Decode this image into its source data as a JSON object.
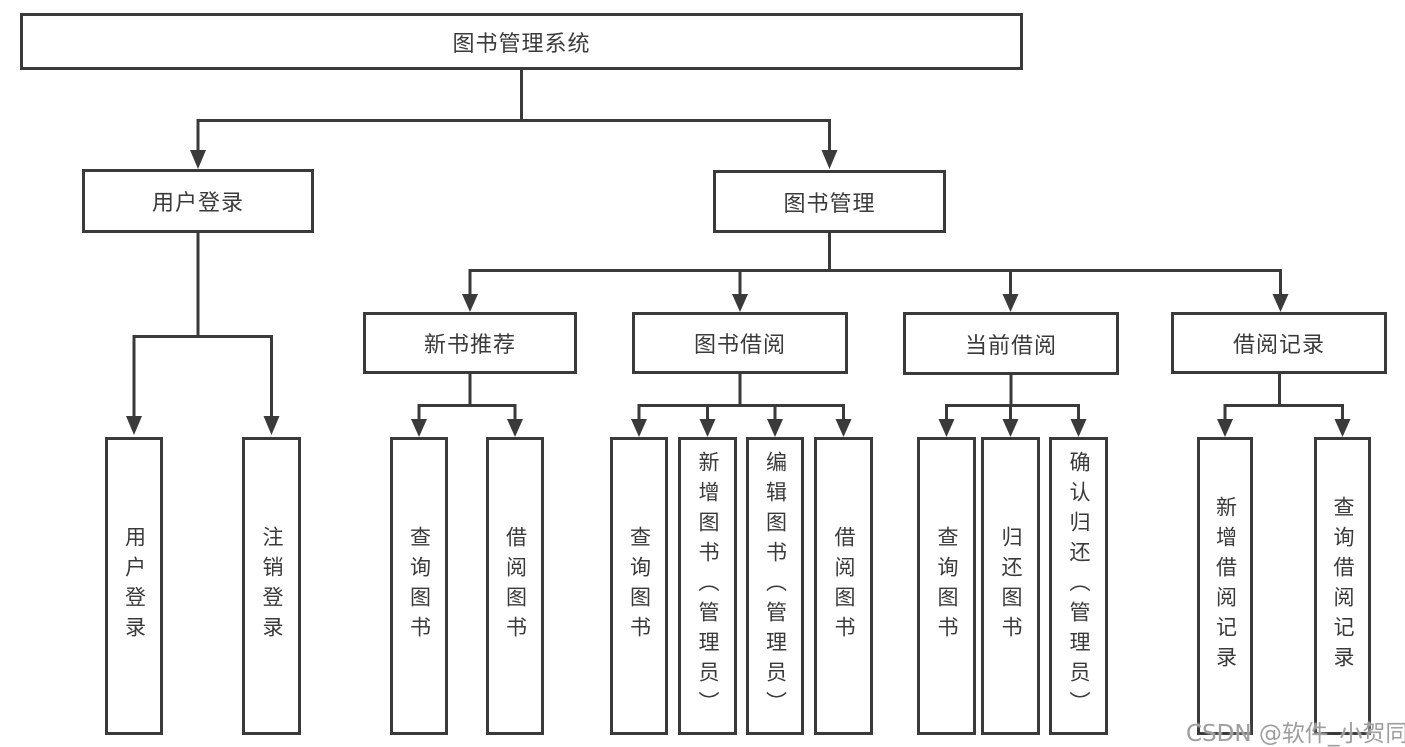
{
  "colors": {
    "line": "#3a3a3a",
    "text": "#3a3a3a",
    "box_fill": "#ffffff",
    "background": "#ffffff",
    "watermark": "#9e9e9e"
  },
  "watermark": "CSDN @软件_小贺同学",
  "tree": {
    "root": "图书管理系统",
    "branches": [
      {
        "label": "用户登录",
        "children": [
          {
            "label": "用户登录"
          },
          {
            "label": "注销登录"
          }
        ]
      },
      {
        "label": "图书管理",
        "children": [
          {
            "label": "新书推荐",
            "children": [
              {
                "label": "查询图书"
              },
              {
                "label": "借阅图书"
              }
            ]
          },
          {
            "label": "图书借阅",
            "children": [
              {
                "label": "查询图书"
              },
              {
                "label": "新增图书（管理员）"
              },
              {
                "label": "编辑图书（管理员）"
              },
              {
                "label": "借阅图书"
              }
            ]
          },
          {
            "label": "当前借阅",
            "children": [
              {
                "label": "查询图书"
              },
              {
                "label": "归还图书"
              },
              {
                "label": "确认归还（管理员）"
              }
            ]
          },
          {
            "label": "借阅记录",
            "children": [
              {
                "label": "新增借阅记录"
              },
              {
                "label": "查询借阅记录"
              }
            ]
          }
        ]
      }
    ]
  }
}
